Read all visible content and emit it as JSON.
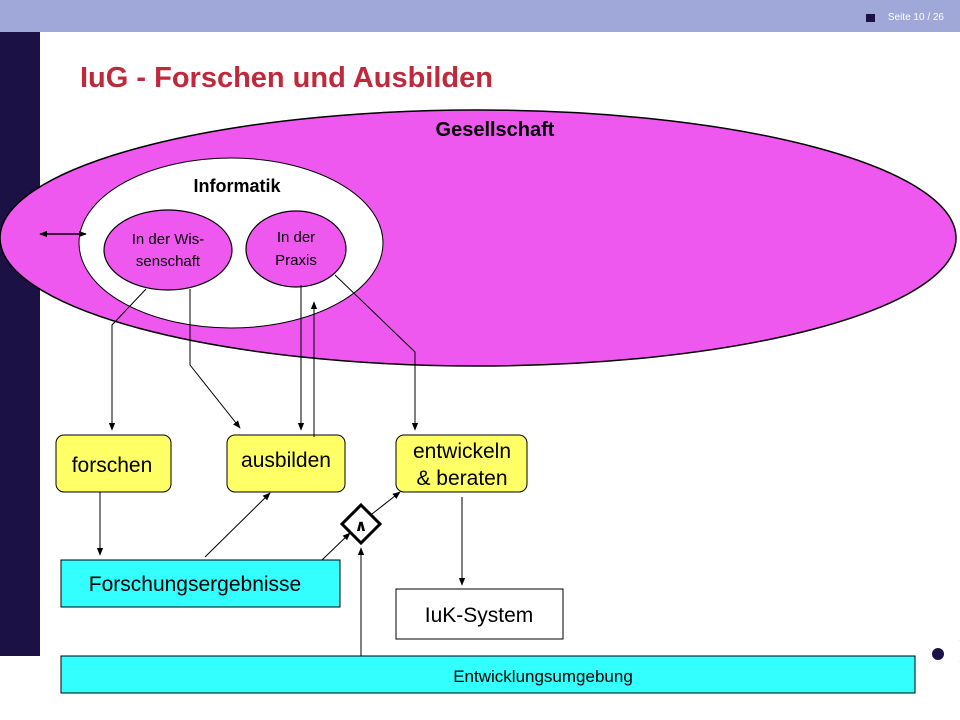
{
  "header": {
    "page_label": "Seite 10 / 26"
  },
  "slide": {
    "title": "IuG - Forschen und Ausbilden"
  },
  "colors": {
    "society": "#ee58ee",
    "box_yellow": "#ffff66",
    "box_cyan": "#33ffff",
    "title_red": "#c0283c"
  },
  "labels": {
    "society": "Gesellschaft",
    "informatik": "Informatik",
    "science_line1": "In der Wis-",
    "science_line2": "senschaft",
    "practice_line1": "In der",
    "practice_line2": "Praxis",
    "research": "forschen",
    "teach": "ausbilden",
    "develop_line1": "entwickeln",
    "develop_line2": "& beraten",
    "results": "Forschungsergebnisse",
    "system": "IuK-System",
    "environment": "Entwicklungsumgebung",
    "and_gate": "∧"
  }
}
